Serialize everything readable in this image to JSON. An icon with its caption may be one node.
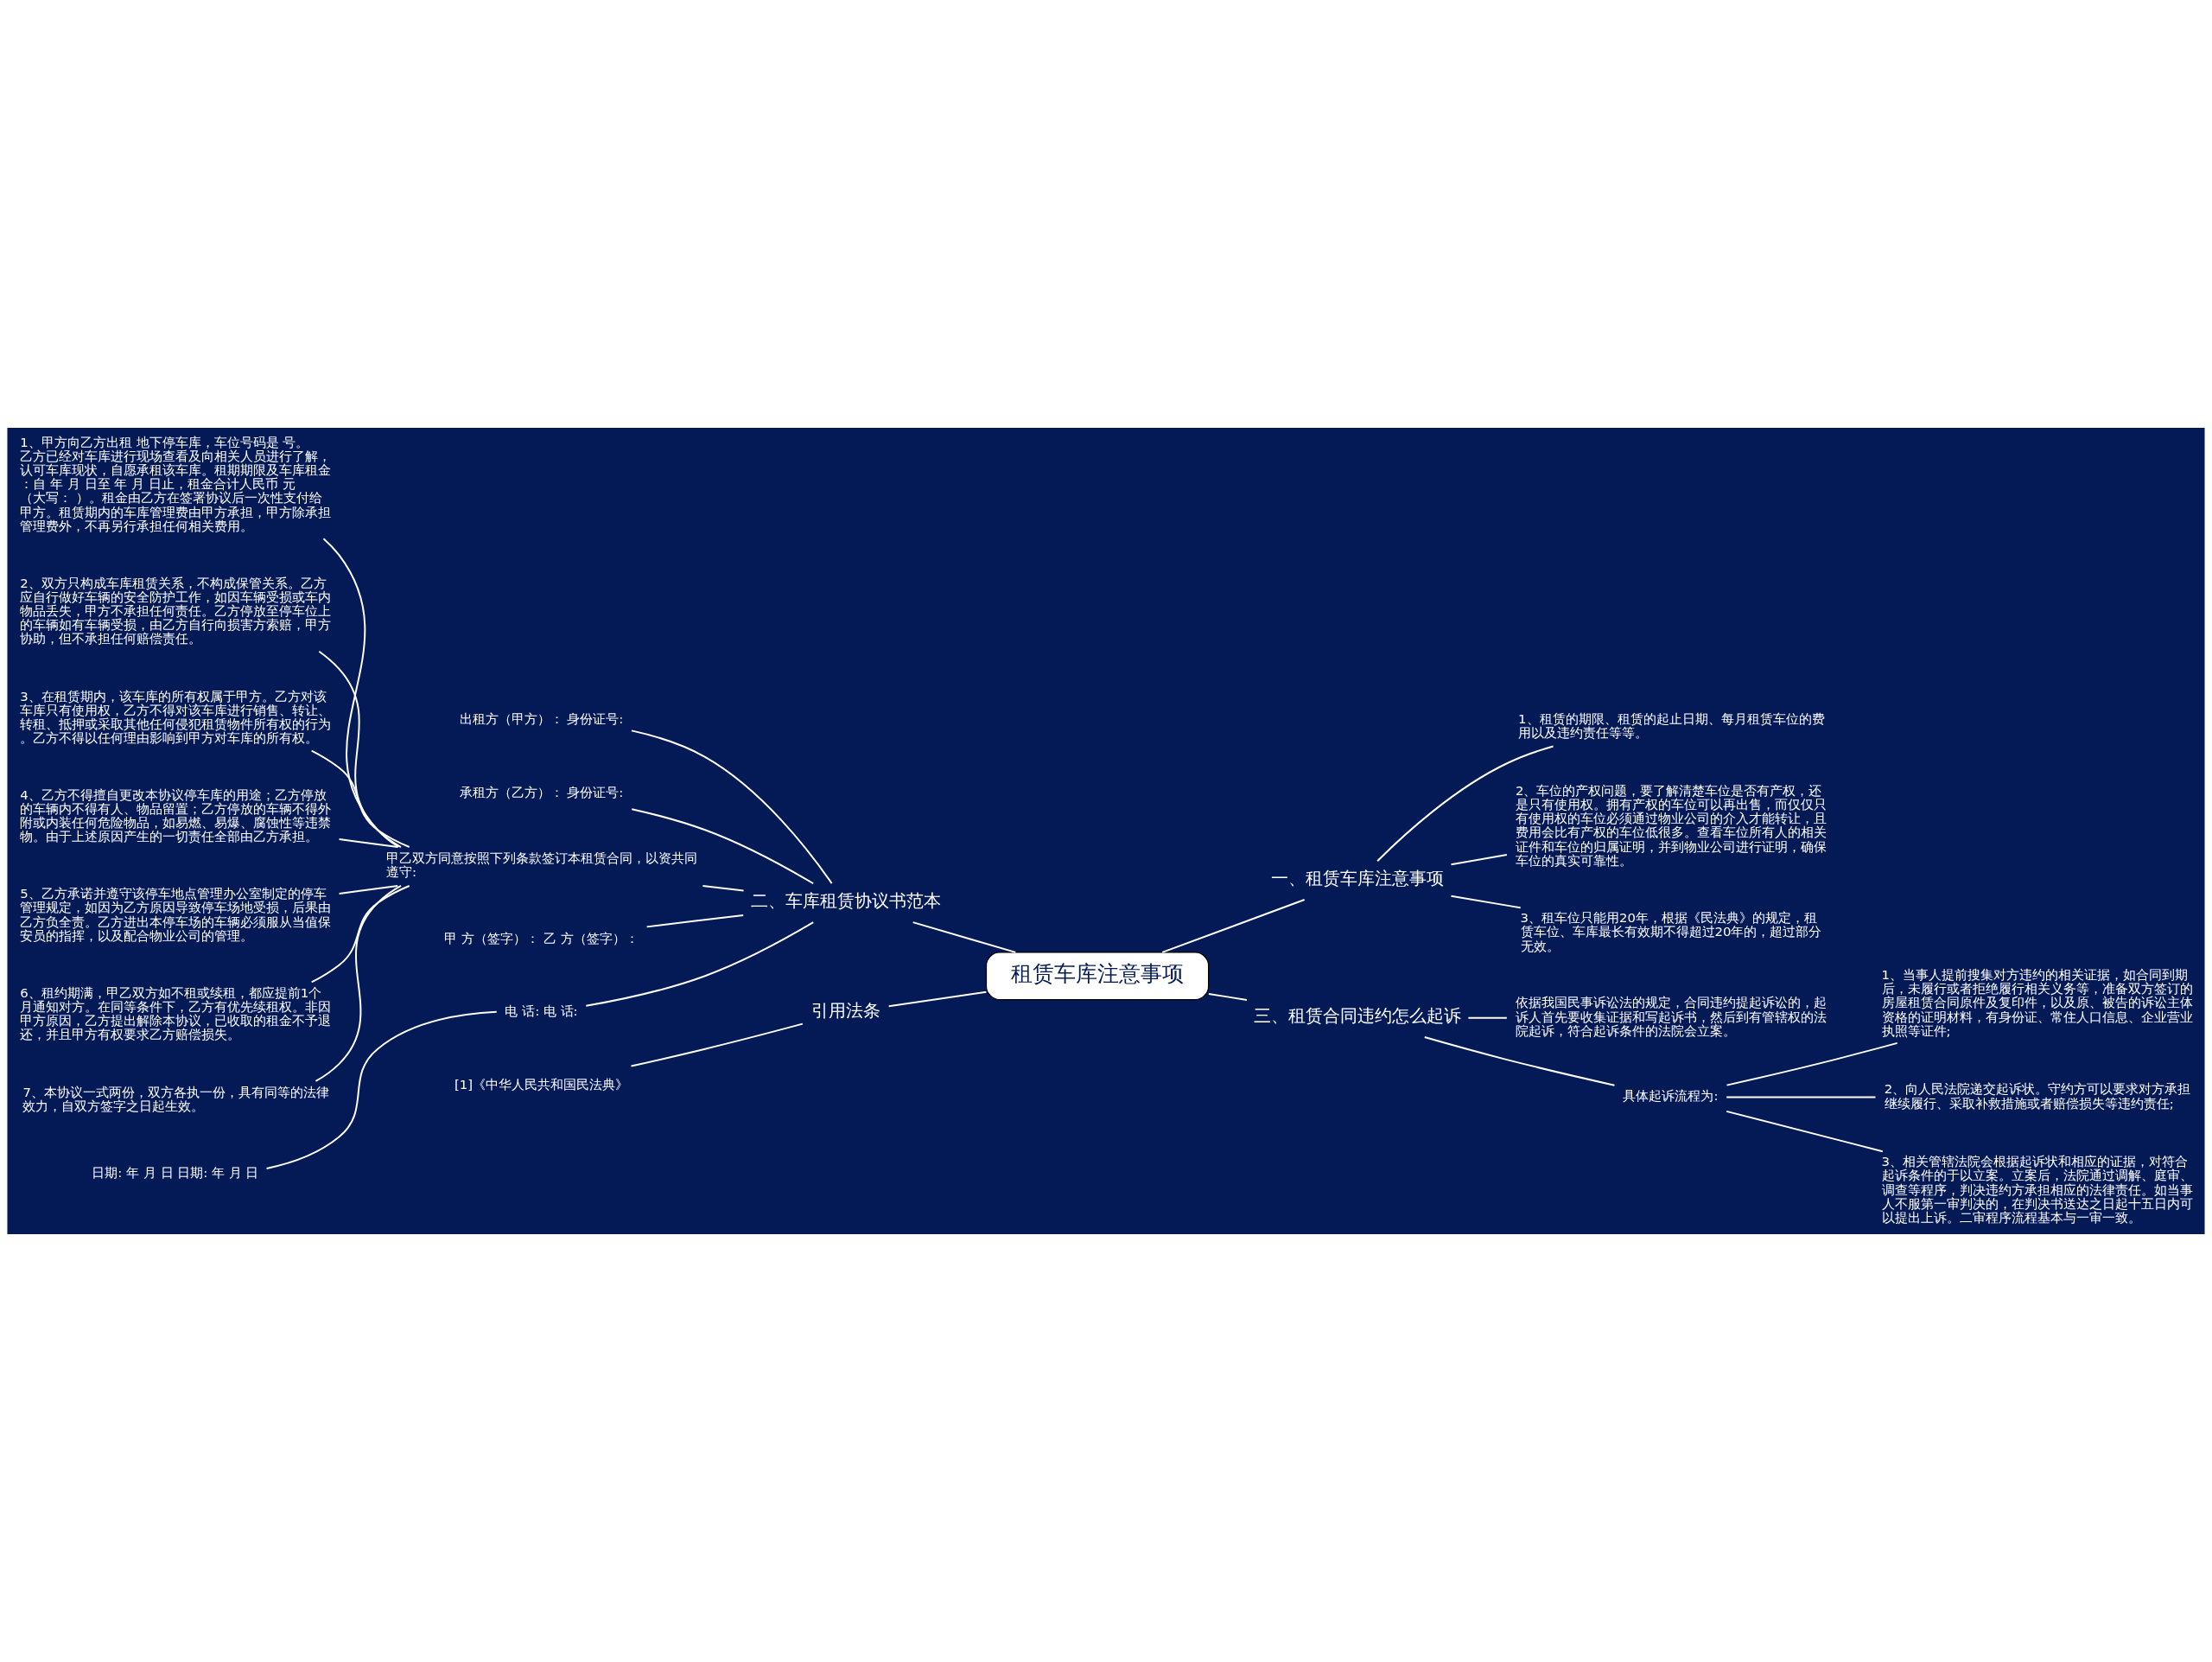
{
  "diagram": {
    "nodes": [
      {
        "text": [
          "租赁车库注意事项"
        ]
      },
      {
        "text": [
          "二、车库租赁协议书范本"
        ]
      },
      {
        "text": [
          "出租方（甲方）： 身份证号:"
        ]
      },
      {
        "text": [
          "承租方（乙方）： 身份证号:"
        ]
      },
      {
        "text": [
          "甲乙双方同意按照下列条款签订本租赁合同，以资共同遵守:"
        ]
      },
      {
        "text": [
          "1、甲方向乙方出租 地下停车库，车位号码是 号。乙方已经对车库进行现场查看及向相关人员进行了解，认可车库现状，自愿承租该车库。租期期限及车库租金：自 年 月 日至 年 月 日止，租金合计人民币 元（大写： ）。租金由乙方在签署协议后一次性支付给甲方。租赁期内的车库管理费由甲方承担，甲方除承担管理费外，不再另行承担任何相关费用。"
        ]
      },
      {
        "text": [
          "2、双方只构成车库租赁关系，不构成保管关系。乙方应自行做好车辆的安全防护工作，如因车辆受损或车内物品丢失，甲方不承担任何责任。乙方停放至停车位上的车辆如有车辆受损，由乙方自行向损害方索赔，甲方协助，但不承担任何赔偿责任。"
        ]
      },
      {
        "text": [
          "3、在租赁期内，该车库的所有权属于甲方。乙方对该车库只有使用权，乙方不得对该车库进行销售、转让、转租、抵押或采取其他任何侵犯租赁物件所有权的行为。乙方不得以任何理由影响到甲方对车库的所有权。"
        ]
      },
      {
        "text": [
          "4、乙方不得擅自更改本协议停车库的用途；乙方停放的车辆内不得有人、物品留置；乙方停放的车辆不得外附或内装任何危险物品，如易燃、易爆、腐蚀性等违禁物。由于上述原因产生的一切责任全部由乙方承担。"
        ]
      },
      {
        "text": [
          "5、乙方承诺并遵守该停车地点管理办公室制定的停车管理规定，如因为乙方原因导致停车场地受损，后果由乙方负全责。乙方进出本停车场的车辆必须服从当值保安员的指挥，以及配合物业公司的管理。"
        ]
      },
      {
        "text": [
          "6、租约期满，甲乙双方如不租或续租，都应提前1个月通知对方。在同等条件下，乙方有优先续租权。非因甲方原因，乙方提出解除本协议，已收取的租金不予退还，并且甲方有权要求乙方赔偿损失。"
        ]
      },
      {
        "text": [
          "7、本协议一式两份，双方各执一份，具有同等的法律效力，自双方签字之日起生效。"
        ]
      },
      {
        "text": [
          "甲 方（签字）： 乙 方（签字）："
        ]
      },
      {
        "text": [
          "电 话: 电 话:"
        ]
      },
      {
        "text": [
          "日期: 年 月 日 日期: 年 月 日"
        ]
      },
      {
        "text": [
          "一、租赁车库注意事项"
        ]
      },
      {
        "text": [
          "1、租赁的期限、租赁的起止日期、每月租赁车位的费用以及违约责任等等。"
        ]
      },
      {
        "text": [
          "2、车位的产权问题，要了解清楚车位是否有产权，还是只有使用权。拥有产权的车位可以再出售，而仅仅只有使用权的车位必须通过物业公司的介入才能转让，且费用会比有产权的车位低很多。查看车位所有人的相关证件和车位的归属证明，并到物业公司进行证明，确保车位的真实可靠性。"
        ]
      },
      {
        "text": [
          "3、租车位只能用20年，根据《民法典》的规定，租赁车位、车库最长有效期不得超过20年的，超过部分无效。"
        ]
      },
      {
        "text": [
          "三、租赁合同违约怎么起诉"
        ]
      },
      {
        "text": [
          "依据我国民事诉讼法的规定，合同违约提起诉讼的，起诉人首先要收集证据和写起诉书，然后到有管辖权的法院起诉，符合起诉条件的法院会立案。"
        ]
      },
      {
        "text": [
          "具体起诉流程为:"
        ]
      },
      {
        "text": [
          "1、当事人提前搜集对方违约的相关证据，如合同到期后，未履行或者拒绝履行相关义务等，准备双方签订的房屋租赁合同原件及复印件，以及原、被告的诉讼主体资格的证明材料，有身份证、常住人口信息、企业营业执照等证件;"
        ]
      },
      {
        "text": [
          "2、向人民法院递交起诉状。守约方可以要求对方承担继续履行、采取补救措施或者赔偿损失等违约责任;"
        ]
      },
      {
        "text": [
          "3、相关管辖法院会根据起诉状和相应的证据，对符合起诉条件的于以立案。立案后，法院通过调解、庭审、调查等程序，判决违约方承担相应的法律责任。如当事人不服第一审判决的，在判决书送达之日起十五日内可以提出上诉。二审程序流程基本与一审一致。"
        ]
      },
      {
        "text": [
          "引用法条"
        ]
      },
      {
        "text": [
          "[1]《中华人民共和国民法典》"
        ]
      }
    ],
    "edges": [
      {
        "from": 0,
        "to": 1,
        "arrow": "none"
      },
      {
        "from": 1,
        "to": 2,
        "arrow": "none"
      },
      {
        "from": 1,
        "to": 3,
        "arrow": "none"
      },
      {
        "from": 1,
        "to": 4,
        "arrow": "none"
      },
      {
        "from": 4,
        "to": 5,
        "arrow": "none"
      },
      {
        "from": 4,
        "to": 6,
        "arrow": "none"
      },
      {
        "from": 4,
        "to": 7,
        "arrow": "none"
      },
      {
        "from": 4,
        "to": 8,
        "arrow": "none"
      },
      {
        "from": 4,
        "to": 9,
        "arrow": "none"
      },
      {
        "from": 4,
        "to": 10,
        "arrow": "none"
      },
      {
        "from": 4,
        "to": 11,
        "arrow": "none"
      },
      {
        "from": 1,
        "to": 12,
        "arrow": "none"
      },
      {
        "from": 1,
        "to": 13,
        "arrow": "none"
      },
      {
        "from": 13,
        "to": 14,
        "arrow": "none"
      },
      {
        "from": 0,
        "to": 15,
        "arrow": "none"
      },
      {
        "from": 15,
        "to": 16,
        "arrow": "none"
      },
      {
        "from": 15,
        "to": 17,
        "arrow": "none"
      },
      {
        "from": 15,
        "to": 18,
        "arrow": "none"
      },
      {
        "from": 0,
        "to": 19,
        "arrow": "none"
      },
      {
        "from": 19,
        "to": 20,
        "arrow": "none"
      },
      {
        "from": 19,
        "to": 21,
        "arrow": "none"
      },
      {
        "from": 21,
        "to": 22,
        "arrow": "none"
      },
      {
        "from": 21,
        "to": 23,
        "arrow": "none"
      },
      {
        "from": 21,
        "to": 24,
        "arrow": "none"
      },
      {
        "from": 0,
        "to": 25,
        "arrow": "none"
      },
      {
        "from": 25,
        "to": 26,
        "arrow": "none"
      }
    ]
  }
}
